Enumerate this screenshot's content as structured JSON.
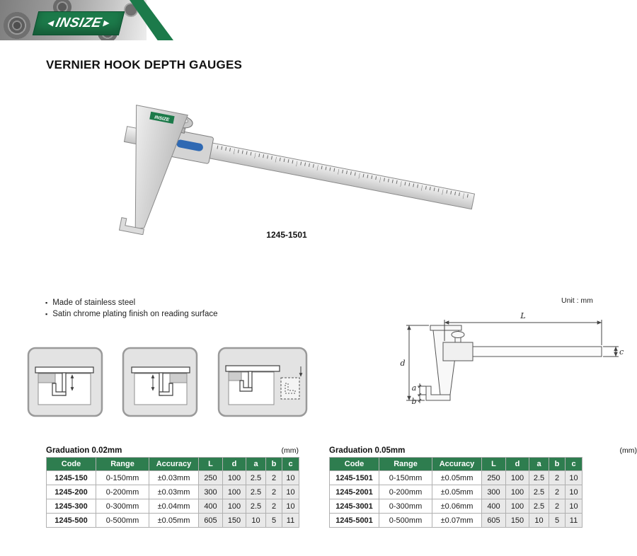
{
  "brand": {
    "logo_arrow_left": "◀",
    "logo_text": "INSIZE",
    "logo_arrow_right": "▶"
  },
  "page": {
    "title": "VERNIER HOOK DEPTH GAUGES",
    "product_code_label": "1245-1501",
    "features_bullet": "▪",
    "features": [
      "Made of stainless steel",
      "Satin chrome plating finish on reading surface"
    ],
    "unit_note": "Unit : mm"
  },
  "diagram": {
    "dimension_labels": [
      "L",
      "d",
      "a",
      "b",
      "c"
    ]
  },
  "tables": [
    {
      "title": "Graduation 0.02mm",
      "unit": "(mm)",
      "headers": [
        "Code",
        "Range",
        "Accuracy",
        "L",
        "d",
        "a",
        "b",
        "c"
      ],
      "rows": [
        [
          "1245-150",
          "0-150mm",
          "±0.03mm",
          "250",
          "100",
          "2.5",
          "2",
          "10"
        ],
        [
          "1245-200",
          "0-200mm",
          "±0.03mm",
          "300",
          "100",
          "2.5",
          "2",
          "10"
        ],
        [
          "1245-300",
          "0-300mm",
          "±0.04mm",
          "400",
          "100",
          "2.5",
          "2",
          "10"
        ],
        [
          "1245-500",
          "0-500mm",
          "±0.05mm",
          "605",
          "150",
          "10",
          "5",
          "11"
        ]
      ]
    },
    {
      "title": "Graduation 0.05mm",
      "unit": "(mm)",
      "headers": [
        "Code",
        "Range",
        "Accuracy",
        "L",
        "d",
        "a",
        "b",
        "c"
      ],
      "rows": [
        [
          "1245-1501",
          "0-150mm",
          "±0.05mm",
          "250",
          "100",
          "2.5",
          "2",
          "10"
        ],
        [
          "1245-2001",
          "0-200mm",
          "±0.05mm",
          "300",
          "100",
          "2.5",
          "2",
          "10"
        ],
        [
          "1245-3001",
          "0-300mm",
          "±0.06mm",
          "400",
          "100",
          "2.5",
          "2",
          "10"
        ],
        [
          "1245-5001",
          "0-500mm",
          "±0.07mm",
          "605",
          "150",
          "10",
          "5",
          "11"
        ]
      ]
    }
  ],
  "colors": {
    "brand_green": "#1c7a4a",
    "table_header_green": "#2e7d4f",
    "dimension_column_shade": "#e9e9e9"
  }
}
